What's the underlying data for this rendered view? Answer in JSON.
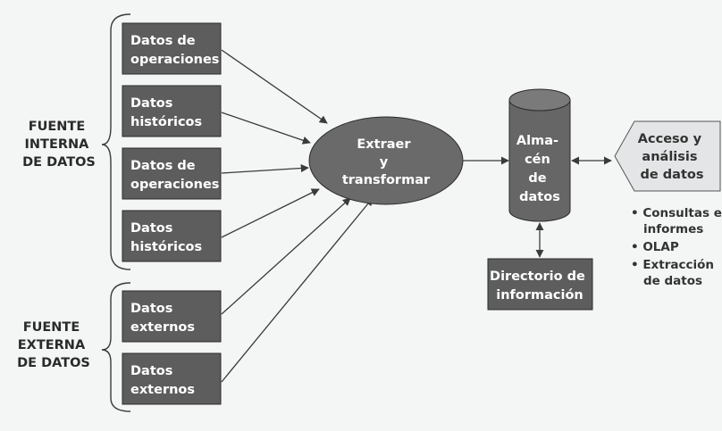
{
  "groups": {
    "internal": [
      "FUENTE",
      "INTERNA",
      "DE DATOS"
    ],
    "external": [
      "FUENTE",
      "EXTERNA",
      "DE DATOS"
    ]
  },
  "sources": [
    [
      "Datos de",
      "operaciones"
    ],
    [
      "Datos",
      "históricos"
    ],
    [
      "Datos de",
      "operaciones"
    ],
    [
      "Datos",
      "históricos"
    ],
    [
      "Datos",
      "externos"
    ],
    [
      "Datos",
      "externos"
    ]
  ],
  "extract": [
    "Extraer",
    "y",
    "transformar"
  ],
  "warehouse": [
    "Alma-",
    "cén",
    "de",
    "datos"
  ],
  "directory": [
    "Directorio de",
    "información"
  ],
  "access": [
    "Acceso y",
    "análisis",
    "de datos"
  ],
  "access_items": [
    [
      "• Consultas e",
      "informes"
    ],
    [
      "• OLAP"
    ],
    [
      "• Extracción",
      "de datos"
    ]
  ]
}
